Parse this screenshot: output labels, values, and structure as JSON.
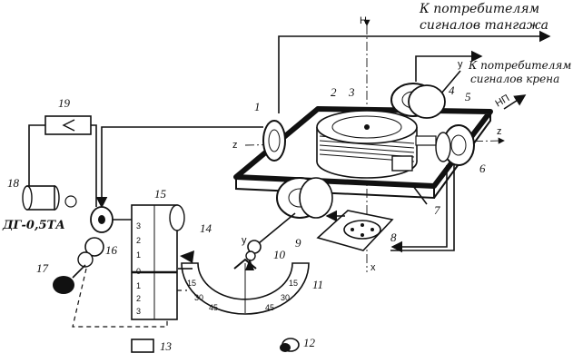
{
  "labels": {
    "pitch_consumers_line1": "К потребителям",
    "pitch_consumers_line2": "сигналов тангажа",
    "roll_consumers_line1": "К потребителям",
    "roll_consumers_line2": "сигналов крена",
    "sensor": "ДГ-0,5ТА",
    "axis_h": "Н",
    "axis_np": "НП",
    "axis_z": "z",
    "axis_z_left": "z",
    "axis_x": "x",
    "axis_y": "у",
    "axis_y_lower": "у"
  },
  "callouts": [
    "1",
    "2",
    "3",
    "4",
    "5",
    "6",
    "7",
    "8",
    "9",
    "10",
    "11",
    "12",
    "13",
    "14",
    "15",
    "16",
    "17",
    "18",
    "19"
  ],
  "scale": {
    "drum_marks": [
      "3",
      "2",
      "1",
      "0",
      "1",
      "2",
      "3"
    ],
    "arc_left": [
      "15",
      "30",
      "45"
    ],
    "arc_right": [
      "45",
      "30",
      "15"
    ]
  }
}
